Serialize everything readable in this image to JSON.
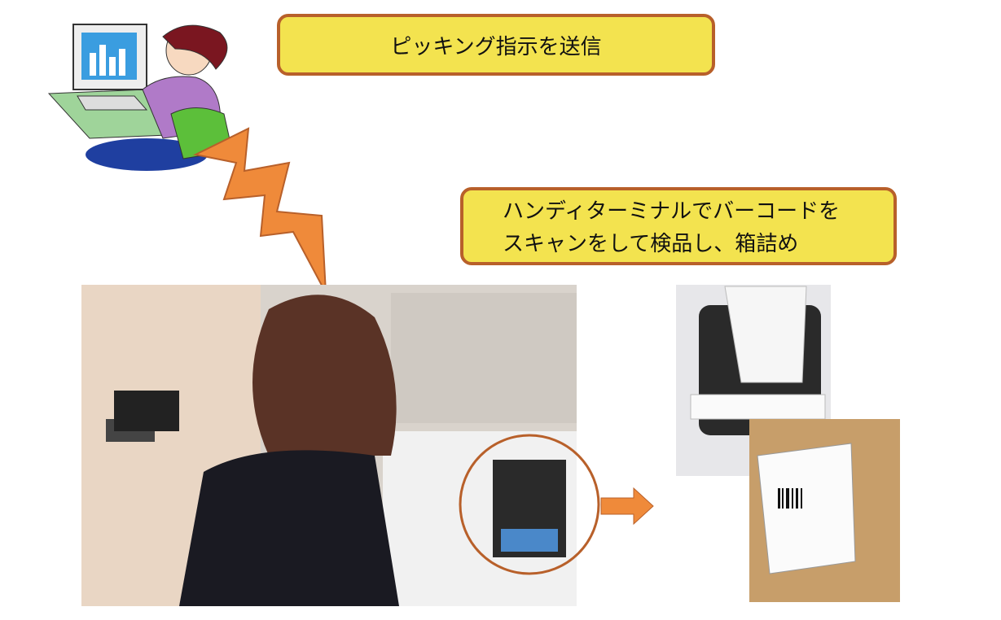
{
  "top_label": "ピッキング指示を送信",
  "middle_label": [
    "ハンディターミナルでバーコードを",
    "スキャンをして検品し、箱詰め"
  ],
  "colors": {
    "box_fill": "#f3e34f",
    "box_border": "#b8602a",
    "arrow": "#ef8a3a"
  }
}
